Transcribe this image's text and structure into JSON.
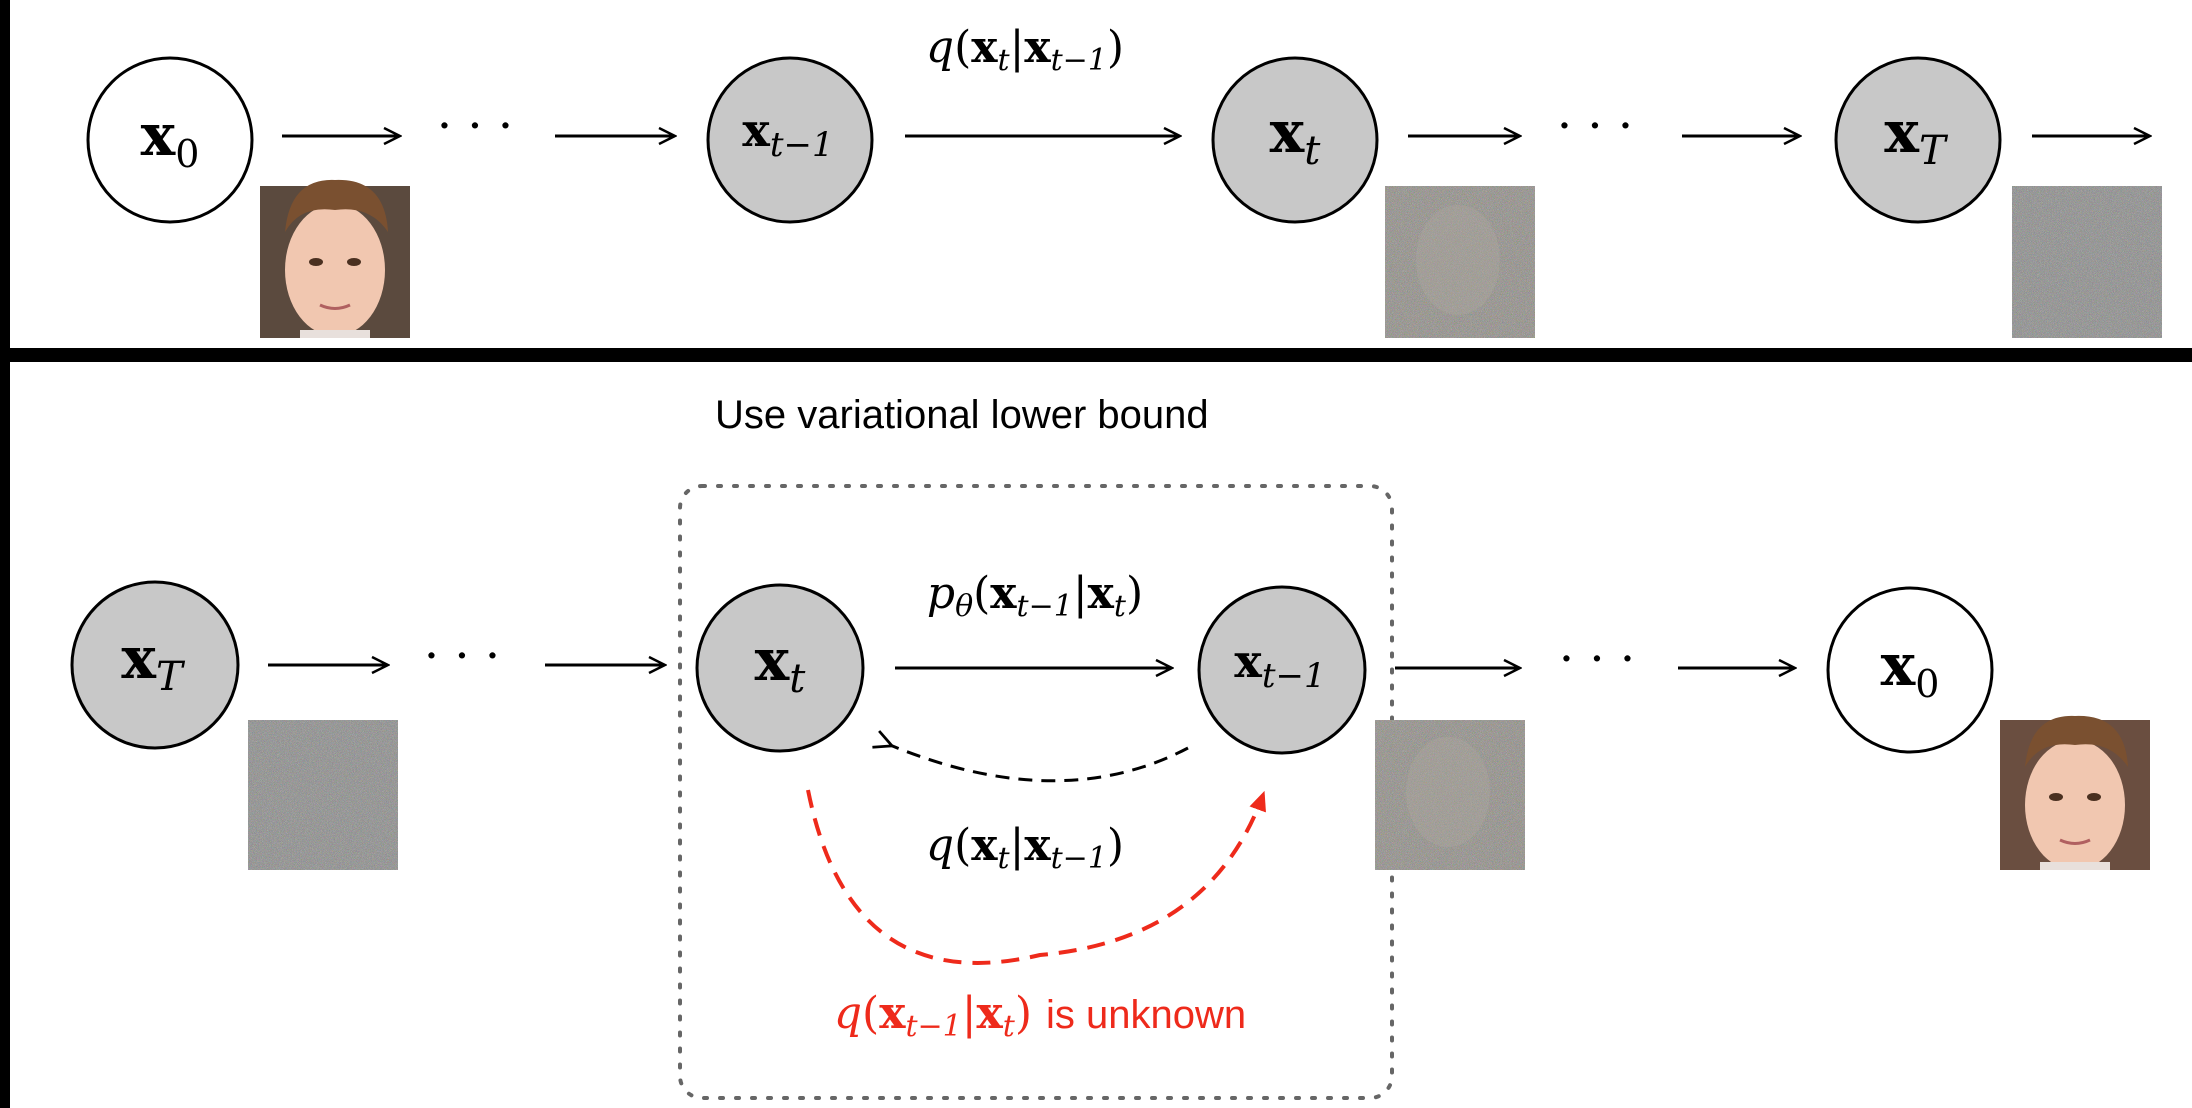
{
  "colors": {
    "background": "#000000",
    "panel": "#ffffff",
    "node_shaded": "#c8c8c8",
    "node_open": "#ffffff",
    "stroke": "#000000",
    "dotted_box": "#666666",
    "highlight": "#ee2a1b"
  },
  "forward": {
    "nodes": [
      {
        "var": "x",
        "sub": "0",
        "shaded": false
      },
      {
        "var": "x",
        "sub": "t−1",
        "shaded": true
      },
      {
        "var": "x",
        "sub": "t",
        "shaded": true
      },
      {
        "var": "x",
        "sub": "T",
        "shaded": true
      }
    ],
    "ellipsis": "· · ·",
    "transition_label": {
      "fn": "q",
      "a_var": "x",
      "a_sub": "t",
      "b_var": "x",
      "b_sub": "t−1"
    },
    "thumbnails": [
      "face-image",
      "noisy-face-image",
      "noise-image"
    ]
  },
  "caption": "Use variational lower bound",
  "reverse": {
    "nodes": [
      {
        "var": "x",
        "sub": "T",
        "shaded": true
      },
      {
        "var": "x",
        "sub": "t",
        "shaded": true
      },
      {
        "var": "x",
        "sub": "t−1",
        "shaded": true
      },
      {
        "var": "x",
        "sub": "0",
        "shaded": false
      }
    ],
    "ellipsis": "· · ·",
    "p_label": {
      "fn": "p",
      "fn_sub": "θ",
      "a_var": "x",
      "a_sub": "t−1",
      "b_var": "x",
      "b_sub": "t"
    },
    "q_label": {
      "fn": "q",
      "a_var": "x",
      "a_sub": "t",
      "b_var": "x",
      "b_sub": "t−1"
    },
    "unknown_label": {
      "fn": "q",
      "a_var": "x",
      "a_sub": "t−1",
      "b_var": "x",
      "b_sub": "t",
      "suffix": "is unknown"
    },
    "thumbnails": [
      "noise-image",
      "noisy-face-image",
      "face-image"
    ]
  }
}
